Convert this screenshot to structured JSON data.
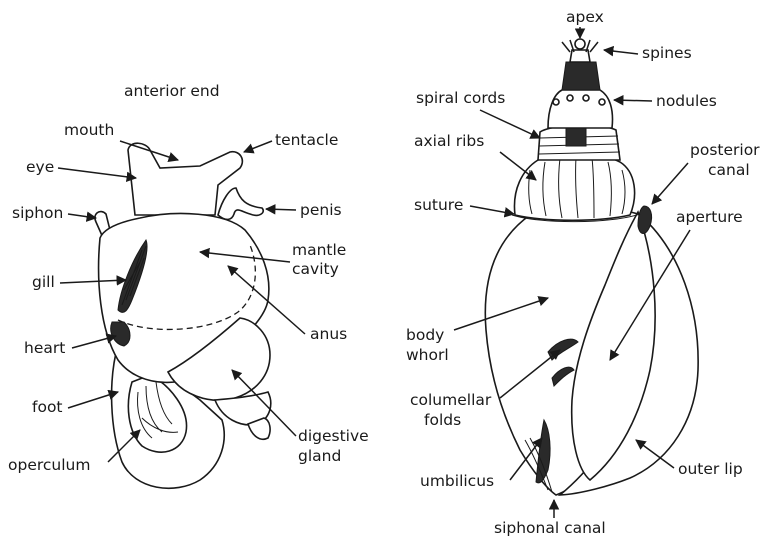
{
  "left_figure": {
    "labels": {
      "anterior_end": "anterior end",
      "mouth": "mouth",
      "tentacle": "tentacle",
      "eye": "eye",
      "penis": "penis",
      "siphon": "siphon",
      "gill": "gill",
      "mantle_cavity_1": "mantle",
      "mantle_cavity_2": "cavity",
      "anus": "anus",
      "heart": "heart",
      "foot": "foot",
      "operculum": "operculum",
      "digestive_gland_1": "digestive",
      "digestive_gland_2": "gland"
    }
  },
  "right_figure": {
    "labels": {
      "apex": "apex",
      "spines": "spines",
      "spiral_cords": "spiral cords",
      "nodules": "nodules",
      "axial_ribs": "axial ribs",
      "posterior_canal_1": "posterior",
      "posterior_canal_2": "canal",
      "suture": "suture",
      "aperture": "aperture",
      "body_whorl_1": "body",
      "body_whorl_2": "whorl",
      "columellar_folds_1": "columellar",
      "columellar_folds_2": "folds",
      "umbilicus": "umbilicus",
      "outer_lip": "outer lip",
      "siphonal_canal": "siphonal canal"
    }
  },
  "colors": {
    "ink": "#1a1a1a",
    "shade": "#2a2a2a",
    "background": "#ffffff"
  }
}
